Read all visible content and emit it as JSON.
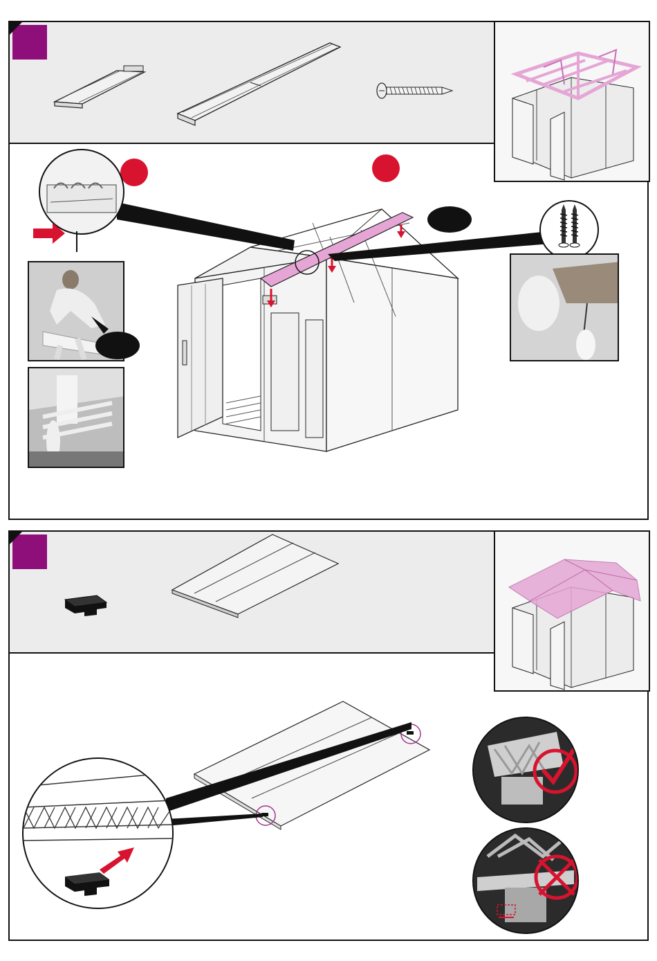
{
  "colors": {
    "step_badge": "#8e0f7a",
    "highlight_pink": "#e5a6d6",
    "red_marker": "#d8132f",
    "black": "#111111",
    "panel_gray": "#ececec"
  },
  "step1": {
    "parts": [
      "roof-cap-short",
      "roof-cap-long",
      "screw"
    ],
    "callouts": [
      "red-dot-left",
      "red-dot-right",
      "black-oval-right",
      "black-oval-left"
    ],
    "icons": [
      "two-screws-icon",
      "screwdriver-photo-icon",
      "arrow-push-icon"
    ]
  },
  "step2": {
    "parts": [
      "roof-connector",
      "roof-panel"
    ],
    "icons": [
      "correct-check-icon",
      "incorrect-cross-icon",
      "insert-arrow-icon"
    ]
  }
}
